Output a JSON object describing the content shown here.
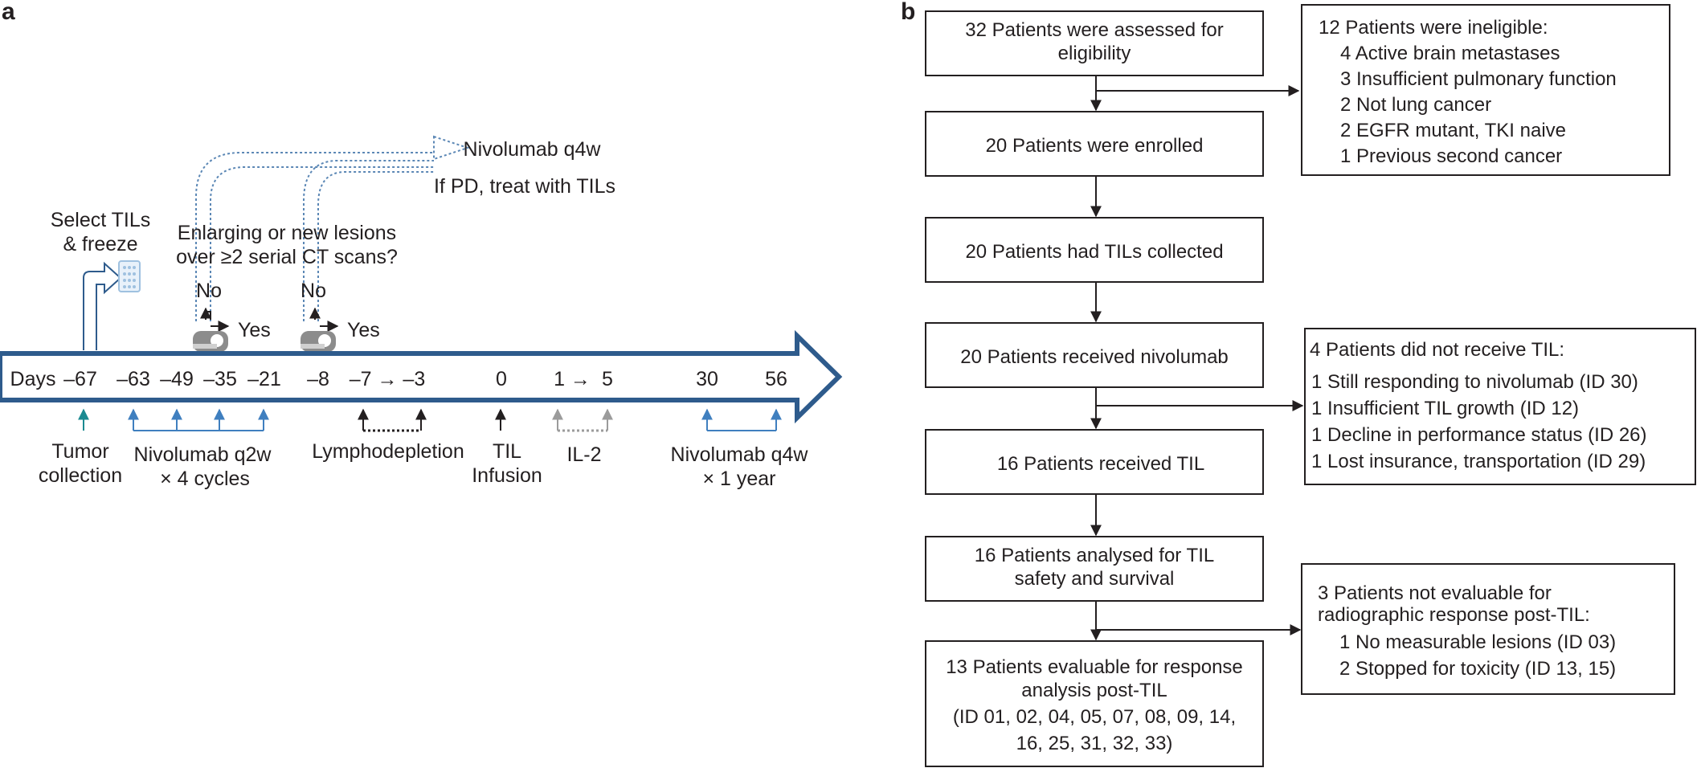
{
  "panel_a": {
    "letter": "a",
    "timeline_days": [
      "Days",
      "–67",
      "–63",
      "–49",
      "–35",
      "–21",
      "–8",
      "–7 → –3",
      "0",
      "1 →",
      "5",
      "30",
      "56"
    ],
    "select_tils": [
      "Select TILs",
      "& freeze"
    ],
    "question": [
      "Enlarging or new lesions",
      "over ≥2 serial CT scans?"
    ],
    "no_label": "No",
    "yes_label": "Yes",
    "nivolumab_q4w_top": "Nivolumab q4w",
    "if_pd": "If PD, treat with TILs",
    "below": {
      "tumor": [
        "Tumor",
        "collection"
      ],
      "nivo_q2w": [
        "Nivolumab q2w",
        "× 4 cycles"
      ],
      "lymphodepletion": "Lymphodepletion",
      "til": [
        "TIL",
        "Infusion"
      ],
      "il2": "IL-2",
      "nivo_q4w": [
        "Nivolumab q4w",
        "× 1 year"
      ]
    },
    "colors": {
      "timeline": "#2e5b8c",
      "blue_arrow": "#3f7fbf",
      "teal_arrow": "#1b8a91",
      "grey_arrow": "#9b9b9b",
      "dotted_blue": "#5b87b5",
      "icon_blue": "#9fc1e0"
    }
  },
  "panel_b": {
    "letter": "b",
    "main": [
      [
        "32 Patients were assessed for",
        "eligibility"
      ],
      [
        "20 Patients were enrolled"
      ],
      [
        "20 Patients had TILs collected"
      ],
      [
        "20 Patients received nivolumab"
      ],
      [
        "16 Patients received TIL"
      ],
      [
        "16 Patients analysed for TIL",
        "safety and survival"
      ],
      [
        "13 Patients evaluable for response",
        "analysis post-TIL",
        "(ID 01, 02, 04, 05, 07, 08, 09, 14,",
        "16, 25, 31, 32, 33)"
      ]
    ],
    "side1": {
      "title": "12 Patients were ineligible:",
      "items": [
        "4 Active brain metastases",
        "3 Insufficient pulmonary function",
        "2 Not lung cancer",
        "2 EGFR mutant, TKI naive",
        "1 Previous second cancer"
      ]
    },
    "side2": {
      "title": "4 Patients did not receive TIL:",
      "items": [
        "1 Still responding to nivolumab (ID 30)",
        "1 Insufficient TIL growth (ID 12)",
        "1 Decline in performance status (ID 26)",
        "1 Lost insurance, transportation (ID 29)"
      ]
    },
    "side3": {
      "title": [
        "3 Patients not evaluable for",
        "radiographic response post-TIL:"
      ],
      "items": [
        "1 No measurable lesions (ID 03)",
        "2 Stopped for toxicity (ID 13, 15)"
      ]
    }
  }
}
